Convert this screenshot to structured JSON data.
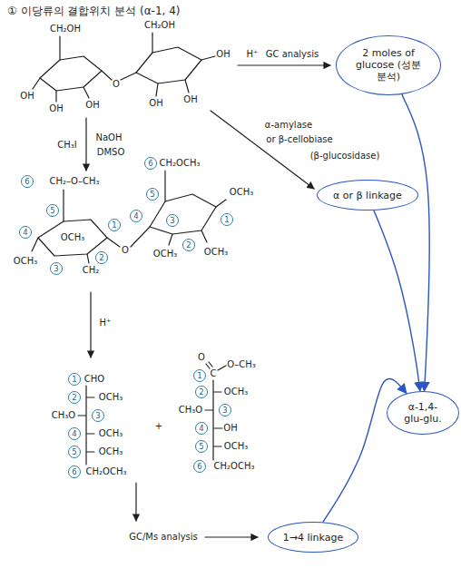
{
  "diagram": {
    "title": "① 이당류의 결합위치 분석 (α-1, 4)",
    "nodes": [
      {
        "text": [
          "2 moles of glucose (성분분석)"
        ]
      },
      {
        "text": [
          "α or β linkage"
        ]
      },
      {
        "text": [
          "1→4 linkage"
        ]
      },
      {
        "text": [
          "α-1,4-glu-glu."
        ]
      }
    ],
    "edges": [
      {
        "from": 0,
        "to": 3,
        "arrow": "to"
      },
      {
        "from": 1,
        "to": 3,
        "arrow": "to"
      },
      {
        "from": 2,
        "to": 3,
        "arrow": "to"
      }
    ],
    "labels": [
      "CH₂OH",
      "OH",
      "OH",
      "OH",
      "O",
      "CH₂OH",
      "OH",
      "OH",
      "OH",
      "H⁺",
      "GC analysis",
      "α-amylase",
      "or β-cellobiase",
      "(β-glucosidase)",
      "CH₃I",
      "NaOH",
      "DMSO",
      "CH₂–O–CH₃",
      "OCH₃",
      "OCH₃",
      "CH₂",
      "O",
      "6",
      "5",
      "4",
      "3",
      "2",
      "1",
      "CH₂OCH₃",
      "OCH₃",
      "OCH₃",
      "OCH₃",
      "6",
      "5",
      "4",
      "3",
      "2",
      "1",
      "H⁺",
      "CHO",
      "OCH₃",
      "CH₃O",
      "OCH₃",
      "OCH₃",
      "CH₂OCH₃",
      "1",
      "2",
      "3",
      "4",
      "5",
      "6",
      "+",
      "O",
      "C",
      "O–CH₃",
      "OCH₃",
      "CH₃O",
      "OH",
      "OCH₃",
      "CH₂OCH₃",
      "1",
      "2",
      "3",
      "4",
      "5",
      "6",
      "GC/Ms analysis"
    ]
  }
}
